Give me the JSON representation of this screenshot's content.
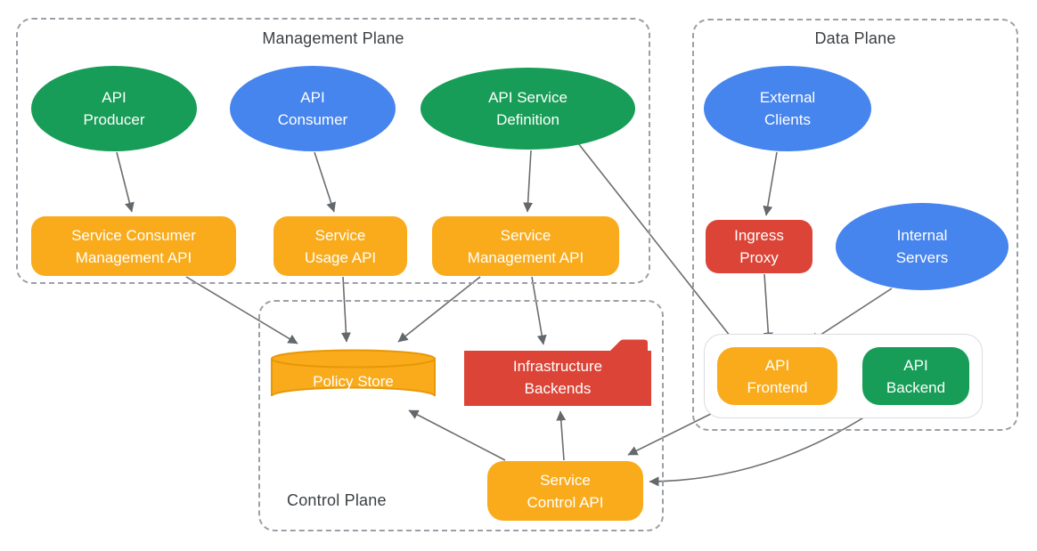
{
  "colors": {
    "green": "#179d57",
    "blue": "#4684ee",
    "orange": "#f9ab1c",
    "orange_stroke": "#e89806",
    "red": "#db4437",
    "arrow": "#63686c",
    "plane_border": "#9aa0a6",
    "plane_label": "#3c4043"
  },
  "planes": {
    "management": {
      "label": "Management Plane"
    },
    "data": {
      "label": "Data Plane"
    },
    "control": {
      "label": "Control Plane"
    }
  },
  "nodes": {
    "api_producer": {
      "line1": "API",
      "line2": "Producer",
      "shape": "ellipse",
      "color": "green"
    },
    "api_consumer": {
      "line1": "API",
      "line2": "Consumer",
      "shape": "ellipse",
      "color": "blue"
    },
    "api_service_definition": {
      "line1": "API Service",
      "line2": "Definition",
      "shape": "ellipse",
      "color": "green"
    },
    "service_consumer_management_api": {
      "line1": "Service Consumer",
      "line2": "Management API",
      "shape": "rounded-rect",
      "color": "orange"
    },
    "service_usage_api": {
      "line1": "Service",
      "line2": "Usage API",
      "shape": "rounded-rect",
      "color": "orange"
    },
    "service_management_api": {
      "line1": "Service",
      "line2": "Management API",
      "shape": "rounded-rect",
      "color": "orange"
    },
    "external_clients": {
      "line1": "External",
      "line2": "Clients",
      "shape": "ellipse",
      "color": "blue"
    },
    "ingress_proxy": {
      "line1": "Ingress",
      "line2": "Proxy",
      "shape": "rounded-rect",
      "color": "red"
    },
    "internal_servers": {
      "line1": "Internal",
      "line2": "Servers",
      "shape": "ellipse",
      "color": "blue"
    },
    "api_frontend": {
      "line1": "API",
      "line2": "Frontend",
      "shape": "rounded-rect",
      "color": "orange"
    },
    "api_backend": {
      "line1": "API",
      "line2": "Backend",
      "shape": "rounded-rect",
      "color": "green"
    },
    "policy_store": {
      "label": "Policy Store",
      "shape": "cylinder",
      "color": "orange"
    },
    "infrastructure_backends": {
      "line1": "Infrastructure",
      "line2": "Backends",
      "shape": "folder",
      "color": "red"
    },
    "service_control_api": {
      "line1": "Service",
      "line2": "Control API",
      "shape": "rounded-rect",
      "color": "orange"
    }
  },
  "edges": [
    {
      "from": "api_producer",
      "to": "service_consumer_management_api"
    },
    {
      "from": "api_consumer",
      "to": "service_usage_api"
    },
    {
      "from": "api_service_definition",
      "to": "service_management_api"
    },
    {
      "from": "api_service_definition",
      "to": "api_frontend"
    },
    {
      "from": "service_consumer_management_api",
      "to": "policy_store"
    },
    {
      "from": "service_usage_api",
      "to": "policy_store"
    },
    {
      "from": "service_management_api",
      "to": "policy_store"
    },
    {
      "from": "service_management_api",
      "to": "infrastructure_backends"
    },
    {
      "from": "external_clients",
      "to": "ingress_proxy"
    },
    {
      "from": "ingress_proxy",
      "to": "api_frontend"
    },
    {
      "from": "internal_servers",
      "to": "api_frontend"
    },
    {
      "from": "api_frontend",
      "to": "api_backend"
    },
    {
      "from": "service_control_api",
      "to": "infrastructure_backends"
    },
    {
      "from": "service_control_api",
      "to": "policy_store"
    },
    {
      "from": "api_frontend",
      "to": "service_control_api"
    },
    {
      "from": "api_backend",
      "to": "service_control_api"
    }
  ]
}
